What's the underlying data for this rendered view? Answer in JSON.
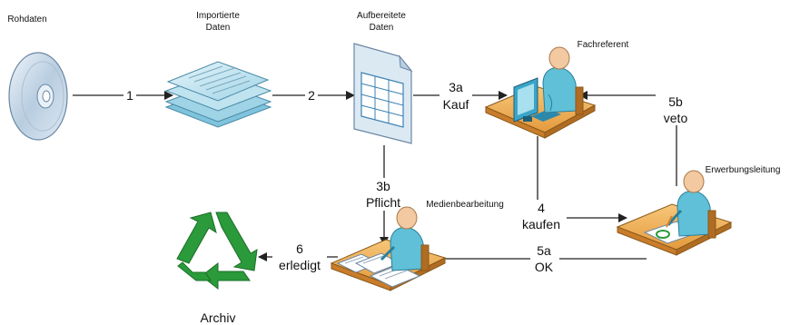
{
  "nodes": {
    "rohdaten": "Rohdaten",
    "importierte_l1": "Importierte",
    "importierte_l2": "Daten",
    "aufbereitete_l1": "Aufbereitete",
    "aufbereitete_l2": "Daten",
    "fachreferent": "Fachreferent",
    "erwerbungsleitung": "Erwerbungsleitung",
    "medienbearbeitung": "Medienbearbeitung",
    "archiv": "Archiv"
  },
  "edges": {
    "e1": "1",
    "e2": "2",
    "e3a_num": "3a",
    "e3a_text": "Kauf",
    "e3b_num": "3b",
    "e3b_text": "Pflicht",
    "e4_num": "4",
    "e4_text": "kaufen",
    "e5a_num": "5a",
    "e5a_text": "OK",
    "e5b_num": "5b",
    "e5b_text": "veto",
    "e6_num": "6",
    "e6_text": "erledigt"
  },
  "colors": {
    "arrow": "#222222",
    "disc": "#c7d8e8",
    "paper": "#bfe3ef",
    "desk": "#f2b45f",
    "person": "#5fc0d8",
    "skin": "#f2c9a0",
    "recycle": "#2a9a3a"
  }
}
